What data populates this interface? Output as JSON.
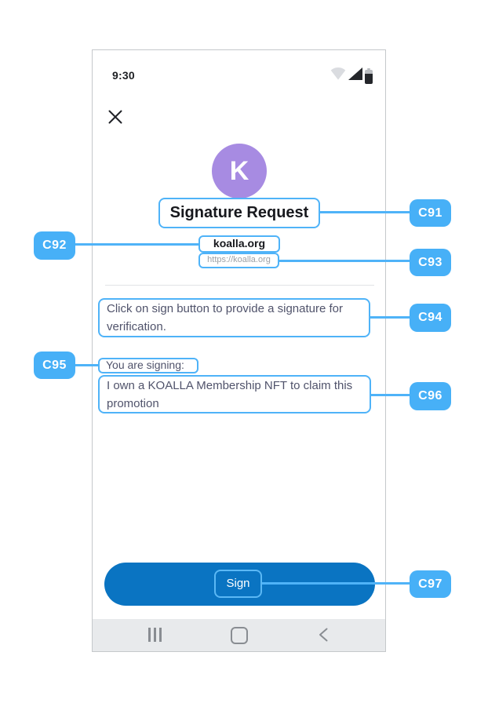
{
  "colors": {
    "accent": "#4FB3F8",
    "chip": "#47B0F7",
    "sign_button": "#0A74C2",
    "avatar": "#A78BE2"
  },
  "status_bar": {
    "time": "9:30"
  },
  "app": {
    "avatar_letter": "K",
    "title": "Signature Request",
    "site_name": "koalla.org",
    "site_url": "https://koalla.org",
    "instruction": "Click on sign button to provide a signature for verification.",
    "signing_label": "You are signing:",
    "signing_message": "I own a KOALLA Membership NFT to claim this promotion",
    "sign_button_label": "Sign"
  },
  "callouts": {
    "c91": {
      "label": "C91"
    },
    "c92": {
      "label": "C92"
    },
    "c93": {
      "label": "C93"
    },
    "c94": {
      "label": "C94"
    },
    "c95": {
      "label": "C95"
    },
    "c96": {
      "label": "C96"
    },
    "c97": {
      "label": "C97"
    }
  }
}
